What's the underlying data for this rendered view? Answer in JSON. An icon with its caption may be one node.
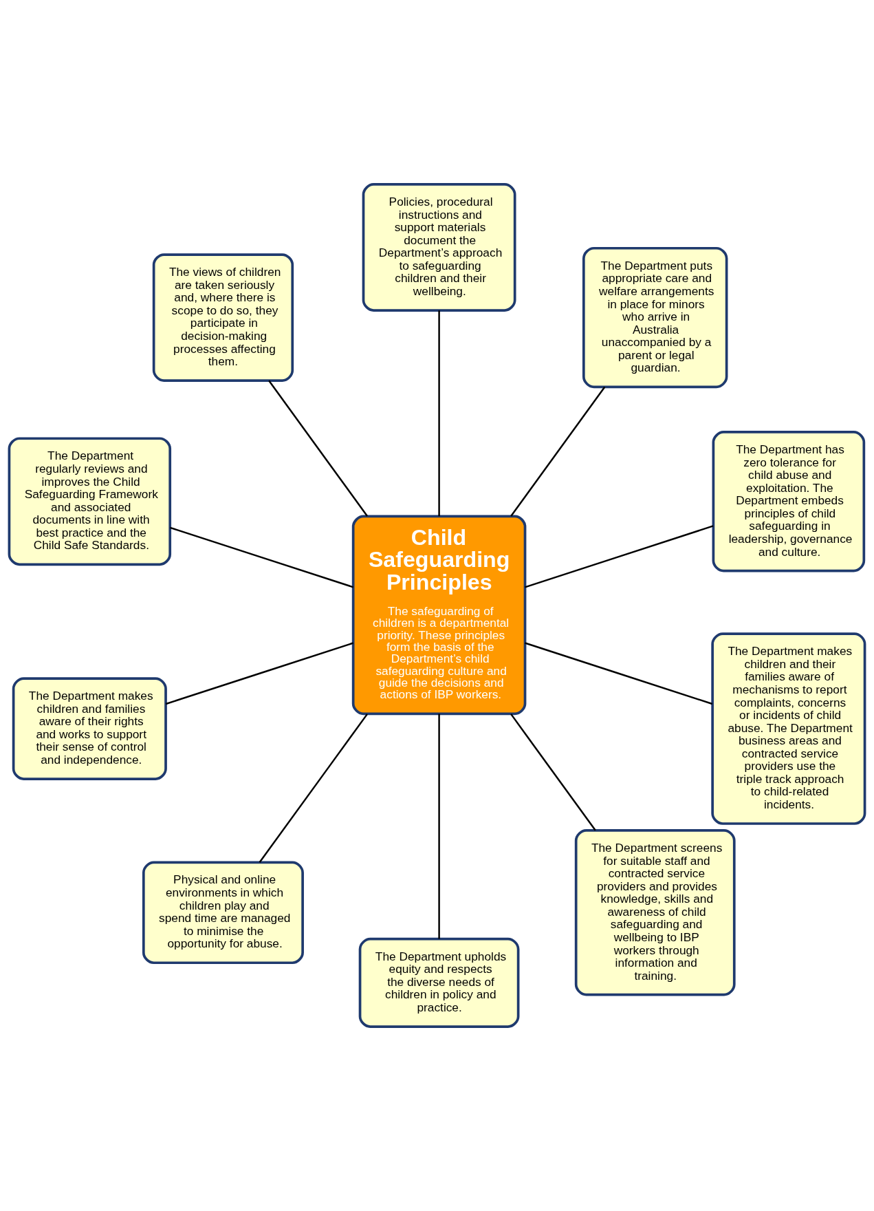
{
  "diagram": {
    "nodes": [
      {
        "text": [
          "Child Safeguarding Principles",
          "The safeguarding of children is a departmental priority. These principles form the basis of the Department’s child safeguarding culture and guide the decisions and actions of IBP workers."
        ]
      },
      {
        "text": [
          "The Department has zero tolerance for child abuse and exploitation. The Department embeds principles of child safeguarding in leadership, governance and culture."
        ]
      },
      {
        "text": [
          "The Department puts appropriate care and welfare arrangements in place for minors who arrive in Australia unaccompanied by a parent or legal guardian."
        ]
      },
      {
        "text": [
          "Policies, procedural instructions and support materials document the Department’s approach to safeguarding children and their wellbeing."
        ]
      },
      {
        "text": [
          "The views of children are taken seriously and, where there is scope to do so, they participate in decision-making processes affecting them."
        ]
      },
      {
        "text": [
          "The Department regularly reviews and improves the Child Safeguarding Framework and associated documents in line with best practice and the Child Safe Standards."
        ]
      },
      {
        "text": [
          "The Department makes children and families aware of their rights and works to support their sense of control and independence."
        ]
      },
      {
        "text": [
          "Physical and online environments in which children play and spend time are managed to minimise the opportunity for abuse."
        ]
      },
      {
        "text": [
          "The Department upholds equity and respects the diverse needs of children in policy and practice."
        ]
      },
      {
        "text": [
          "The Department screens for suitable staff and contracted service providers and provides knowledge, skills and awareness of child safeguarding and wellbeing to IBP workers through information and training."
        ]
      },
      {
        "text": [
          "The Department makes children and their families aware of mechanisms to report complaints, concerns or incidents of child abuse. The Department business areas and contracted service providers use the triple track approach to child-related incidents."
        ]
      }
    ],
    "edges": [
      {
        "from": 0,
        "to": 1,
        "arrow": "none"
      },
      {
        "from": 0,
        "to": 2,
        "arrow": "none"
      },
      {
        "from": 0,
        "to": 3,
        "arrow": "none"
      },
      {
        "from": 0,
        "to": 4,
        "arrow": "none"
      },
      {
        "from": 0,
        "to": 5,
        "arrow": "none"
      },
      {
        "from": 0,
        "to": 6,
        "arrow": "none"
      },
      {
        "from": 0,
        "to": 7,
        "arrow": "none"
      },
      {
        "from": 0,
        "to": 8,
        "arrow": "none"
      },
      {
        "from": 0,
        "to": 9,
        "arrow": "none"
      },
      {
        "from": 0,
        "to": 10,
        "arrow": "none"
      }
    ]
  }
}
